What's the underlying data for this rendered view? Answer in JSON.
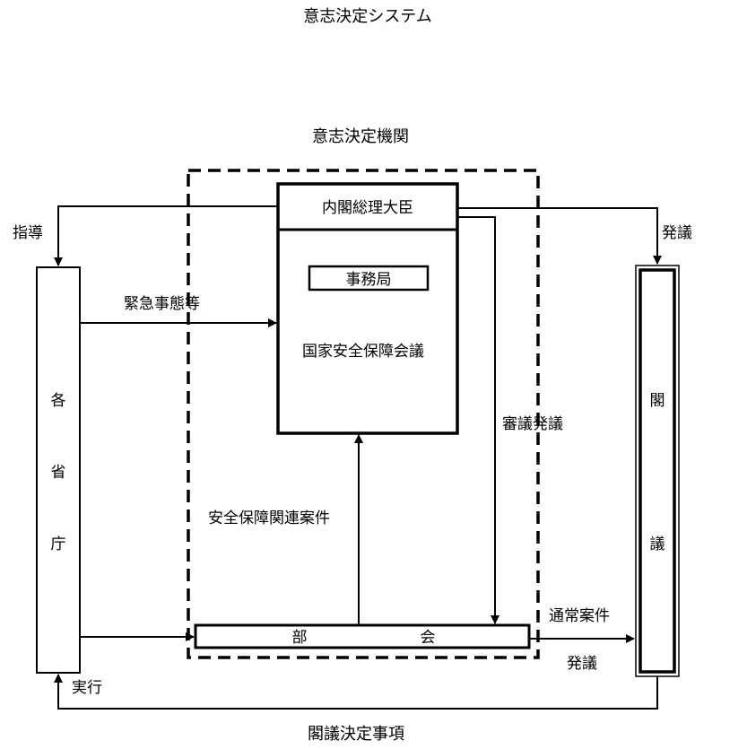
{
  "title": "意志決定システム",
  "organ_title": "意志決定機関",
  "boxes": {
    "prime_minister": "内閣総理大臣",
    "secretariat": "事務局",
    "nsc": "国家安全保障会議",
    "ministries": [
      "各",
      "省",
      "庁"
    ],
    "cabinet": [
      "閣",
      "議"
    ],
    "bukai": [
      "部",
      "会"
    ]
  },
  "labels": {
    "shido": "指導",
    "hatsugi_top": "発議",
    "kinkyu": "緊急事態等",
    "shingi": "審議発議",
    "anpo": "安全保障関連案件",
    "tsujo": "通常案件",
    "hatsugi_bottom": "発議",
    "jikko": "実行",
    "kakugi_kettei": "閣議決定事項"
  },
  "colors": {
    "ink": "#000000",
    "background": "#ffffff"
  }
}
